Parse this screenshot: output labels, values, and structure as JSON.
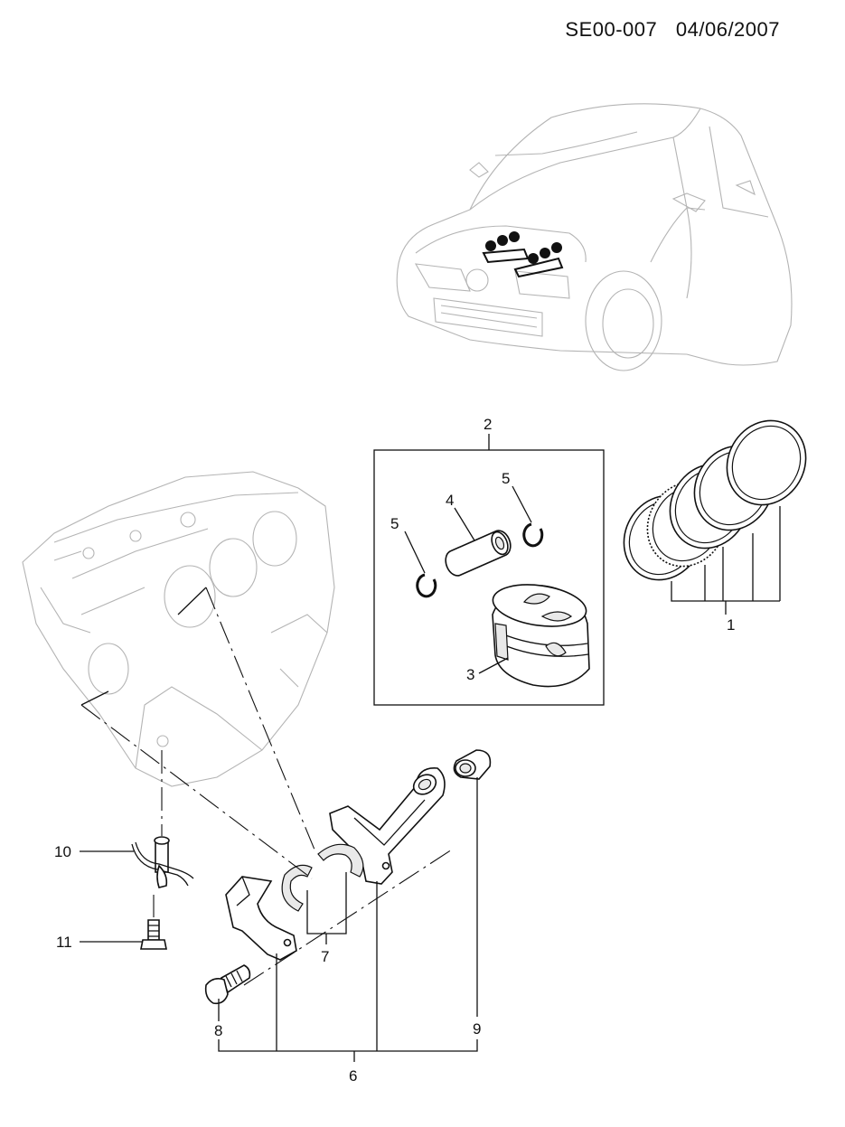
{
  "header": {
    "code": "SE00-007",
    "date": "04/06/2007"
  },
  "callouts": {
    "c1": "1",
    "c2": "2",
    "c3": "3",
    "c4": "4",
    "c5a": "5",
    "c5b": "5",
    "c6": "6",
    "c7": "7",
    "c8": "8",
    "c9": "9",
    "c10": "10",
    "c11": "11"
  }
}
